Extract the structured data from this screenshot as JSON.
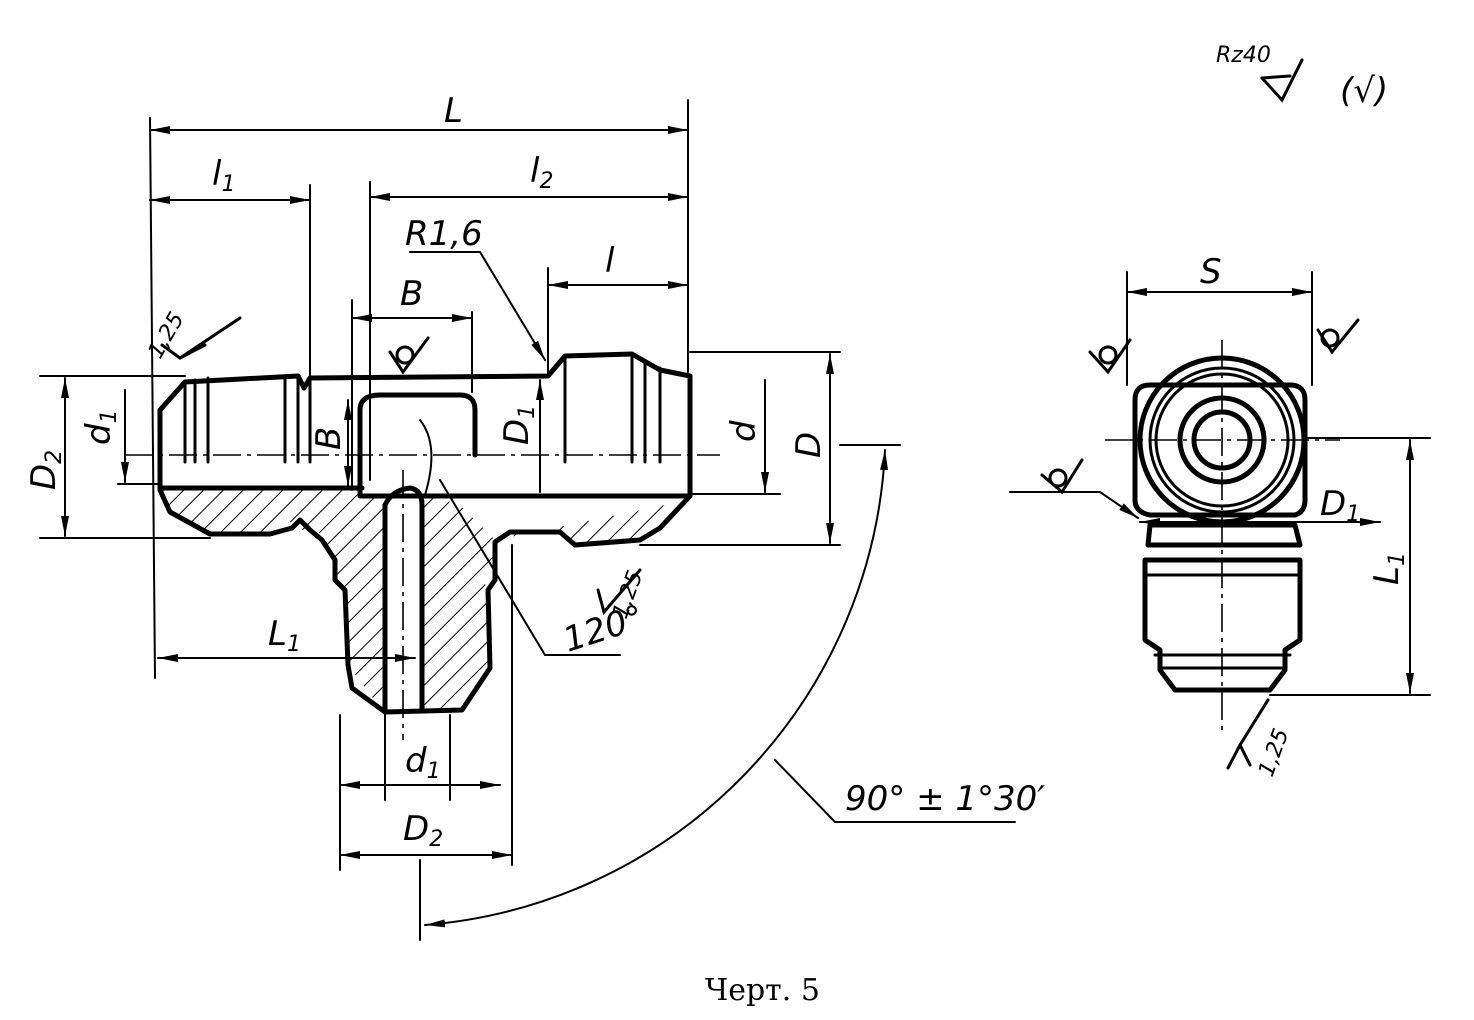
{
  "labels": {
    "L": "L",
    "l1_letter": "l",
    "l1_sub": "1",
    "l2_letter": "l",
    "l2_sub": "2",
    "l": "l",
    "R16": "R1,6",
    "B_top": "B",
    "B_side": "B",
    "d_side": "d",
    "D_side": "D",
    "D1_letter": "D",
    "D1_sub": "1",
    "d1_left_letter": "d",
    "d1_left_sub": "1",
    "D2_left_letter": "D",
    "D2_left_sub": "2",
    "L1_left_letter": "L",
    "L1_left_sub": "1",
    "d1_bottom_letter": "d",
    "d1_bottom_sub": "1",
    "D2_bottom_letter": "D",
    "D2_bottom_sub": "2",
    "roughness_left": "1,25",
    "angle_120": "120°",
    "roughness_bottom": "1,25",
    "angle_90": "90° ± 1°30′",
    "S": "S",
    "D1_right_letter": "D",
    "D1_right_sub": "1",
    "L1_right_letter": "L",
    "L1_right_sub": "1",
    "roughness_right": "1,25",
    "rz40": "Rz40",
    "check_mark": "(√)"
  },
  "caption": "Черт. 5",
  "colors": {
    "ink": "#000000",
    "paper": "#ffffff"
  }
}
